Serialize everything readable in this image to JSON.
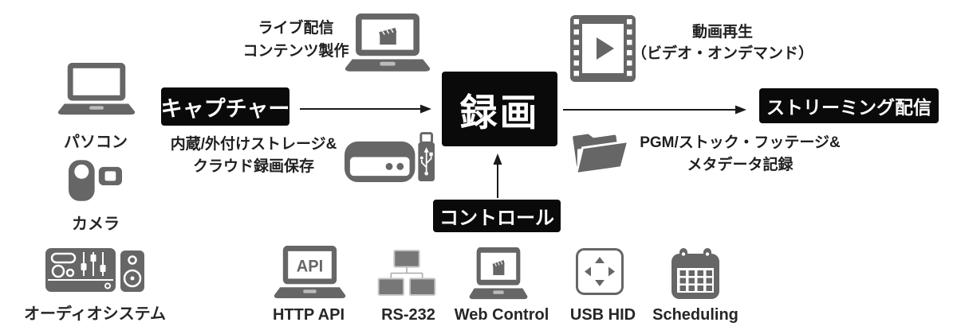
{
  "colors": {
    "background": "#ffffff",
    "icon_gray": "#666666",
    "node_bg": "#0a0a0a",
    "node_text": "#ffffff",
    "text": "#1f1f1f",
    "arrow": "#1a1a1a"
  },
  "nodes": {
    "capture": "キャプチャー",
    "record": "録画",
    "control": "コントロール",
    "streaming": "ストリーミング配信"
  },
  "sources": [
    {
      "label": "パソコン",
      "icon": "laptop-icon"
    },
    {
      "label": "カメラ",
      "icon": "camcorder-icon"
    },
    {
      "label": "オーディオシステム",
      "icon": "audio-system-icon"
    }
  ],
  "annotations": {
    "live_production": {
      "line1": "ライブ配信",
      "line2": "コンテンツ製作",
      "icon": "clapperboard-laptop-icon"
    },
    "storage": {
      "line1": "内蔵/外付けストレージ&",
      "line2": "クラウド録画保存",
      "icon": "storage-drive-usb-icon"
    },
    "video_playback": {
      "line1": "動画再生",
      "line2": "（ビデオ・オンデマンド）",
      "icon": "film-strip-play-icon"
    },
    "pgm_metadata": {
      "line1": "PGM/ストック・フッテージ&",
      "line2": "メタデータ記録",
      "icon": "open-folder-icon"
    }
  },
  "control_methods": [
    {
      "label": "HTTP API",
      "icon": "api-laptop-icon",
      "screen_text": "API"
    },
    {
      "label": "RS-232",
      "icon": "network-tree-icon"
    },
    {
      "label": "Web Control",
      "icon": "clapperboard-laptop-icon"
    },
    {
      "label": "USB HID",
      "icon": "usb-hid-dpad-icon"
    },
    {
      "label": "Scheduling",
      "icon": "calendar-icon"
    }
  ]
}
